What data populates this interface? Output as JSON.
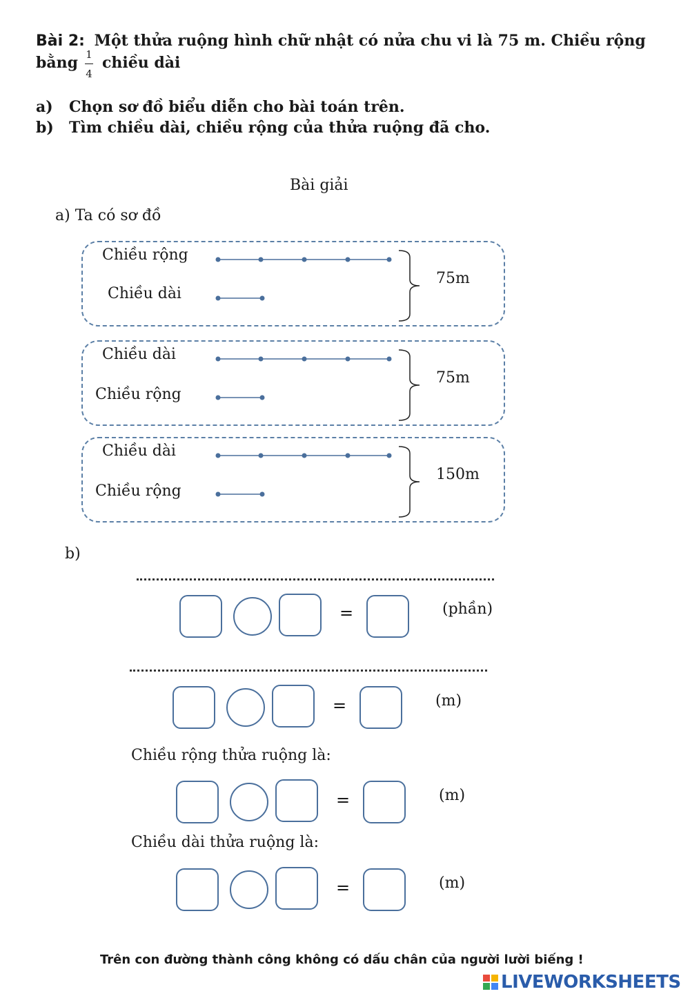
{
  "problem": {
    "label": "Bài 2",
    "label_sep": ":",
    "line1": "Một thửa ruộng hình chữ nhật có nửa chu vi là 75 m. Chiều rộng",
    "line2_start": "bằng",
    "frac_num": "1",
    "frac_den": "4",
    "line2_end": "chiều dài",
    "task_a_marker": "a)",
    "task_a": "Chọn sơ đồ biểu diễn cho bài toán trên.",
    "task_b_marker": "b)",
    "task_b": "Tìm chiều dài, chiều rộng của thửa ruộng đã cho."
  },
  "solution": {
    "heading": "Bài giải",
    "part_a_intro": "a) Ta có sơ đồ",
    "diagrams": [
      {
        "top_label": "Chiều rộng",
        "bottom_label": "Chiều dài",
        "total": "75m"
      },
      {
        "top_label": "Chiều dài",
        "bottom_label": "Chiều rộng",
        "total": "75m"
      },
      {
        "top_label": "Chiều dài",
        "bottom_label": "Chiều rộng",
        "total": "150m"
      }
    ],
    "part_b_marker": "b)",
    "equations": [
      {
        "caption": "",
        "operator": "=",
        "unit": "(phần)"
      },
      {
        "caption": "",
        "operator": "=",
        "unit": "(m)"
      },
      {
        "caption": "Chiều rộng thửa ruộng là:",
        "operator": "=",
        "unit": "(m)"
      },
      {
        "caption": "Chiều dài thửa ruộng là:",
        "operator": "=",
        "unit": "(m)"
      }
    ]
  },
  "footer": {
    "motto": "Trên con đường thành công không có dấu chân của người lười biếng !",
    "brand": "LIVEWORKSHEETS",
    "brand_color": "#2a5caa"
  },
  "colors": {
    "diagram_border": "#5b7fa6",
    "segment": "#4a6f9c",
    "blank_border": "#4a6f9c"
  }
}
